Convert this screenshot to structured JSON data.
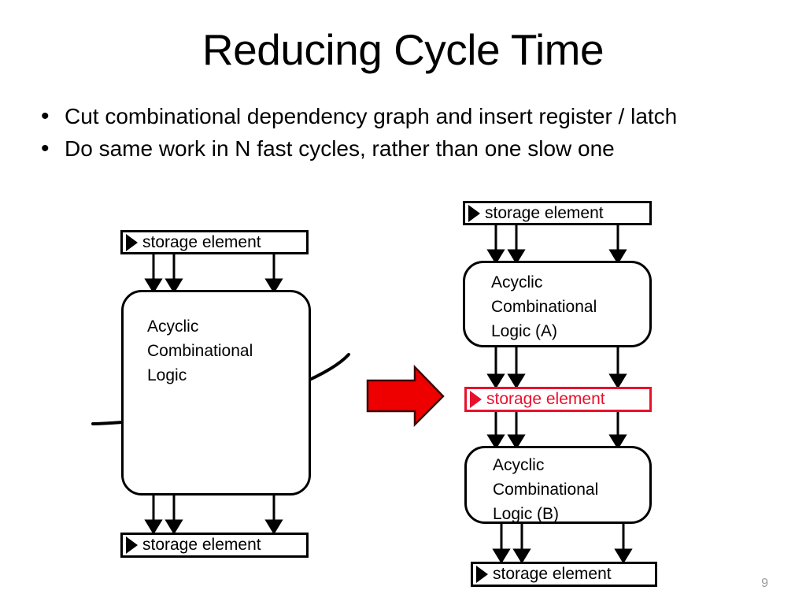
{
  "slide": {
    "title": "Reducing Cycle Time",
    "page_number": "9",
    "bullets": [
      {
        "marker": "•",
        "text": "Cut combinational dependency graph and insert register / latch"
      },
      {
        "marker": "•",
        "text": "Do same work in N fast cycles, rather than one slow one"
      }
    ]
  },
  "colors": {
    "accent_red": "#e8112d",
    "arrow_red_fill": "#ee0000",
    "arrow_red_stroke": "#3d0b0b",
    "line_black": "#000000",
    "page_number_gray": "#9a9a9a",
    "background": "#ffffff"
  },
  "left_diagram": {
    "name": "single-cycle-pipeline",
    "top_storage": {
      "label": "storage element",
      "color": "black"
    },
    "logic_block": {
      "lines": [
        "Acyclic",
        "Combinational",
        "Logic"
      ],
      "color": "black"
    },
    "bottom_storage": {
      "label": "storage element",
      "color": "black"
    },
    "cut_curve": {
      "description": "hand-drawn cut line across combinational logic"
    }
  },
  "transform_arrow": {
    "name": "transform-arrow",
    "direction": "right",
    "color": "#ee0000"
  },
  "right_diagram": {
    "name": "two-stage-pipeline",
    "top_storage": {
      "label": "storage element",
      "color": "black"
    },
    "logic_block_a": {
      "lines": [
        "Acyclic",
        "Combinational",
        "Logic (A)"
      ],
      "color": "black"
    },
    "inserted_storage": {
      "label": "storage element",
      "color": "red"
    },
    "logic_block_b": {
      "lines": [
        "Acyclic",
        "Combinational",
        "Logic (B)"
      ],
      "color": "black"
    },
    "bottom_storage": {
      "label": "storage element",
      "color": "black"
    }
  }
}
